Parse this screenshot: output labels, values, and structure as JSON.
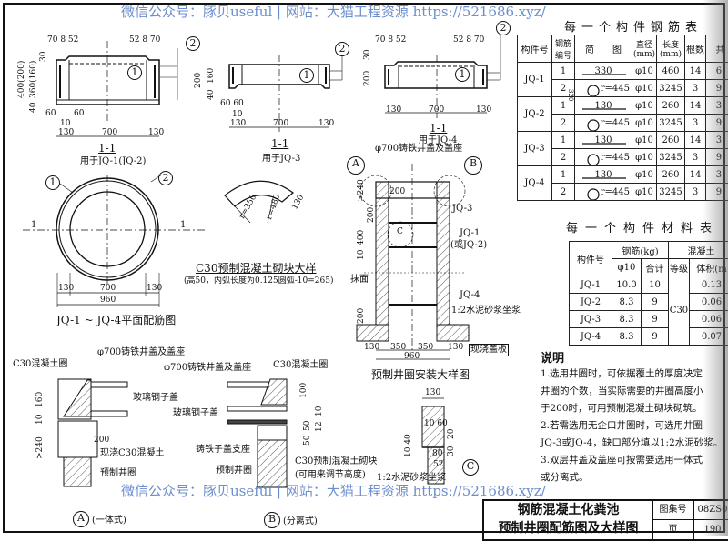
{
  "watermark": "微信公众号：豚贝useful | 网站：大猫工程资源 https://521686.xyz/",
  "section_jq1": {
    "title": "1-1",
    "caption": "用于JQ-1(JQ-2)",
    "dim_top_left": "70  8  52",
    "dim_top_right": "52  8  70",
    "dim_h_total": "400(200)",
    "dim_h_inner": "360(160)",
    "dim_30": "30",
    "dim_40": "40",
    "dim_60a": "60",
    "dim_60b": "60",
    "dim_10": "10",
    "dim_130a": "130",
    "dim_700": "700",
    "dim_130b": "130",
    "mark1": "1",
    "mark2": "2"
  },
  "section_jq3": {
    "title": "1-1",
    "caption": "用于JQ-3",
    "dim_200": "200",
    "dim_160": "160",
    "dim_40": "40",
    "dim_60": "60  60",
    "dim_10": "10",
    "dim_130a": "130",
    "dim_700": "700",
    "dim_130b": "130",
    "mark1": "1",
    "mark2": "2"
  },
  "section_jq4": {
    "title": "1-1",
    "caption": "用于JQ-4",
    "dim_top_left": "70  8  52",
    "dim_top_right": "52  8  70",
    "dim_200": "200",
    "dim_30": "30",
    "dim_130a": "130",
    "dim_700": "700",
    "dim_130b": "130",
    "mark1": "1",
    "mark2": "2"
  },
  "plan": {
    "title": "JQ-1 ~ JQ-4平面配筋图",
    "cut_left": "1",
    "cut_right": "1",
    "mark1": "1",
    "mark2": "2",
    "dim_130a": "130",
    "dim_700": "700",
    "dim_130b": "130",
    "dim_960": "960"
  },
  "block": {
    "title": "C30预制混凝土砌块大样",
    "note": "(高50，内弧长度为0.125圆弧-10=265)",
    "r_inner": "r=350",
    "r_outer": "r=480",
    "dim_130": "130"
  },
  "install": {
    "title": "预制井圈安装大样图",
    "cover": "φ700铸铁井盖及盖座",
    "jq3": "JQ-3",
    "jq1": "JQ-1",
    "jq1_alt": "(或JQ-2)",
    "plaster": "抹面",
    "jq4": "JQ-4",
    "mortar": "1:2水泥砂浆坐浆",
    "slab": "现浇盖板",
    "dim_240": ">240",
    "dim_200a": "200",
    "dim_200b": "200",
    "dim_400": "400",
    "dim_10": "10",
    "dim_200c": "200",
    "dims_bottom": [
      "130",
      "350",
      "350",
      "130"
    ],
    "dim_960": "960",
    "ref_a": "A",
    "ref_b": "B",
    "ref_c": "C"
  },
  "detail_a": {
    "ref": "A",
    "caption": "(一体式)",
    "ring": "C30混凝土圈",
    "cover": "φ700铸铁井盖及盖座",
    "sub_cover": "玻璃钢子盖",
    "cast": "现浇C30混凝土",
    "precast": "预制井圈",
    "dim_160": "160",
    "dim_10": "10",
    "dim_240": ">240",
    "dim_200": "200"
  },
  "detail_b": {
    "ref": "B",
    "caption": "(分离式)",
    "cover": "φ700铸铁井盖及盖座",
    "ring": "C30混凝土圈",
    "sub_cover": "玻璃钢子盖",
    "support": "铸铁子盖支座",
    "precast": "预制井圈",
    "block": "C30预制混凝土砌块",
    "block_note": "(可用来调节高度)",
    "dim_100": "100",
    "dim_50a": "50",
    "dim_50b": "50",
    "dim_12": "12",
    "dim_10": "10"
  },
  "detail_c": {
    "ref": "C",
    "dim_130": "130",
    "dim_1060": "10 60",
    "dim_1040": "10 40",
    "dim_20": "20",
    "dim_30": "30",
    "dim_80": "80",
    "dim_52": "52",
    "mortar": "1:2水泥砂浆坐浆"
  },
  "rebar_table": {
    "title": "每一个构件钢筋表",
    "headers": [
      "构件号",
      "钢筋编号",
      "简　　图",
      "直径(mm)",
      "长度(mm)",
      "根数",
      "共"
    ],
    "rows": [
      {
        "part": "JQ-1",
        "no": "1",
        "sketch": "330",
        "dia": "φ10",
        "len": "460",
        "count": "14",
        "total": "6."
      },
      {
        "part": "",
        "no": "2",
        "sketch": "r=445",
        "dia": "φ10",
        "len": "3245",
        "count": "3",
        "total": "9."
      },
      {
        "part": "JQ-2",
        "no": "1",
        "sketch": "130",
        "dia": "φ10",
        "len": "260",
        "count": "14",
        "total": "3."
      },
      {
        "part": "",
        "no": "2",
        "sketch": "r=445",
        "dia": "φ10",
        "len": "3245",
        "count": "3",
        "total": "9."
      },
      {
        "part": "JQ-3",
        "no": "1",
        "sketch": "130",
        "dia": "φ10",
        "len": "260",
        "count": "14",
        "total": "3."
      },
      {
        "part": "",
        "no": "2",
        "sketch": "r=445",
        "dia": "φ10",
        "len": "3245",
        "count": "3",
        "total": "9."
      },
      {
        "part": "JQ-4",
        "no": "1",
        "sketch": "130",
        "dia": "φ10",
        "len": "260",
        "count": "14",
        "total": "3."
      },
      {
        "part": "",
        "no": "2",
        "sketch": "r=445",
        "dia": "φ10",
        "len": "3245",
        "count": "3",
        "total": "9."
      }
    ],
    "sketch_height": "320"
  },
  "material_table": {
    "title": "每一个构件材料表",
    "h_part": "构件号",
    "h_steel": "钢筋(kg)",
    "h_concrete": "混凝土",
    "h_phi10": "φ10",
    "h_sum": "合计",
    "h_grade": "等级",
    "h_volume": "体积(m",
    "grade": "C30",
    "rows": [
      {
        "part": "JQ-1",
        "phi10": "10.0",
        "sum": "10",
        "volume": "0.13"
      },
      {
        "part": "JQ-2",
        "phi10": "8.3",
        "sum": "9",
        "volume": "0.06"
      },
      {
        "part": "JQ-3",
        "phi10": "8.3",
        "sum": "9",
        "volume": "0.06"
      },
      {
        "part": "JQ-4",
        "phi10": "8.3",
        "sum": "9",
        "volume": "0.07"
      }
    ]
  },
  "notes": {
    "title": "说明",
    "lines": [
      "1.选用井圈时，可依据覆土的厚度决定",
      "井圈的个数，当实际需要的井圈高度小",
      "于200时，可用预制混凝土砌块砌筑。",
      "2.若需选用无企口井圈时，可选用井圈",
      "JQ-3或JQ-4，缺口部分填以1:2水泥砂浆。",
      "3.双层井盖及盖座可按需要选用一体式",
      "或分离式。"
    ]
  },
  "title_block": {
    "title_line1": "钢筋混凝土化粪池",
    "title_line2": "预制井圈配筋图及大样图",
    "atlas_label": "图集号",
    "atlas_no": "08ZS0",
    "page_label": "页",
    "page_no": "190"
  }
}
